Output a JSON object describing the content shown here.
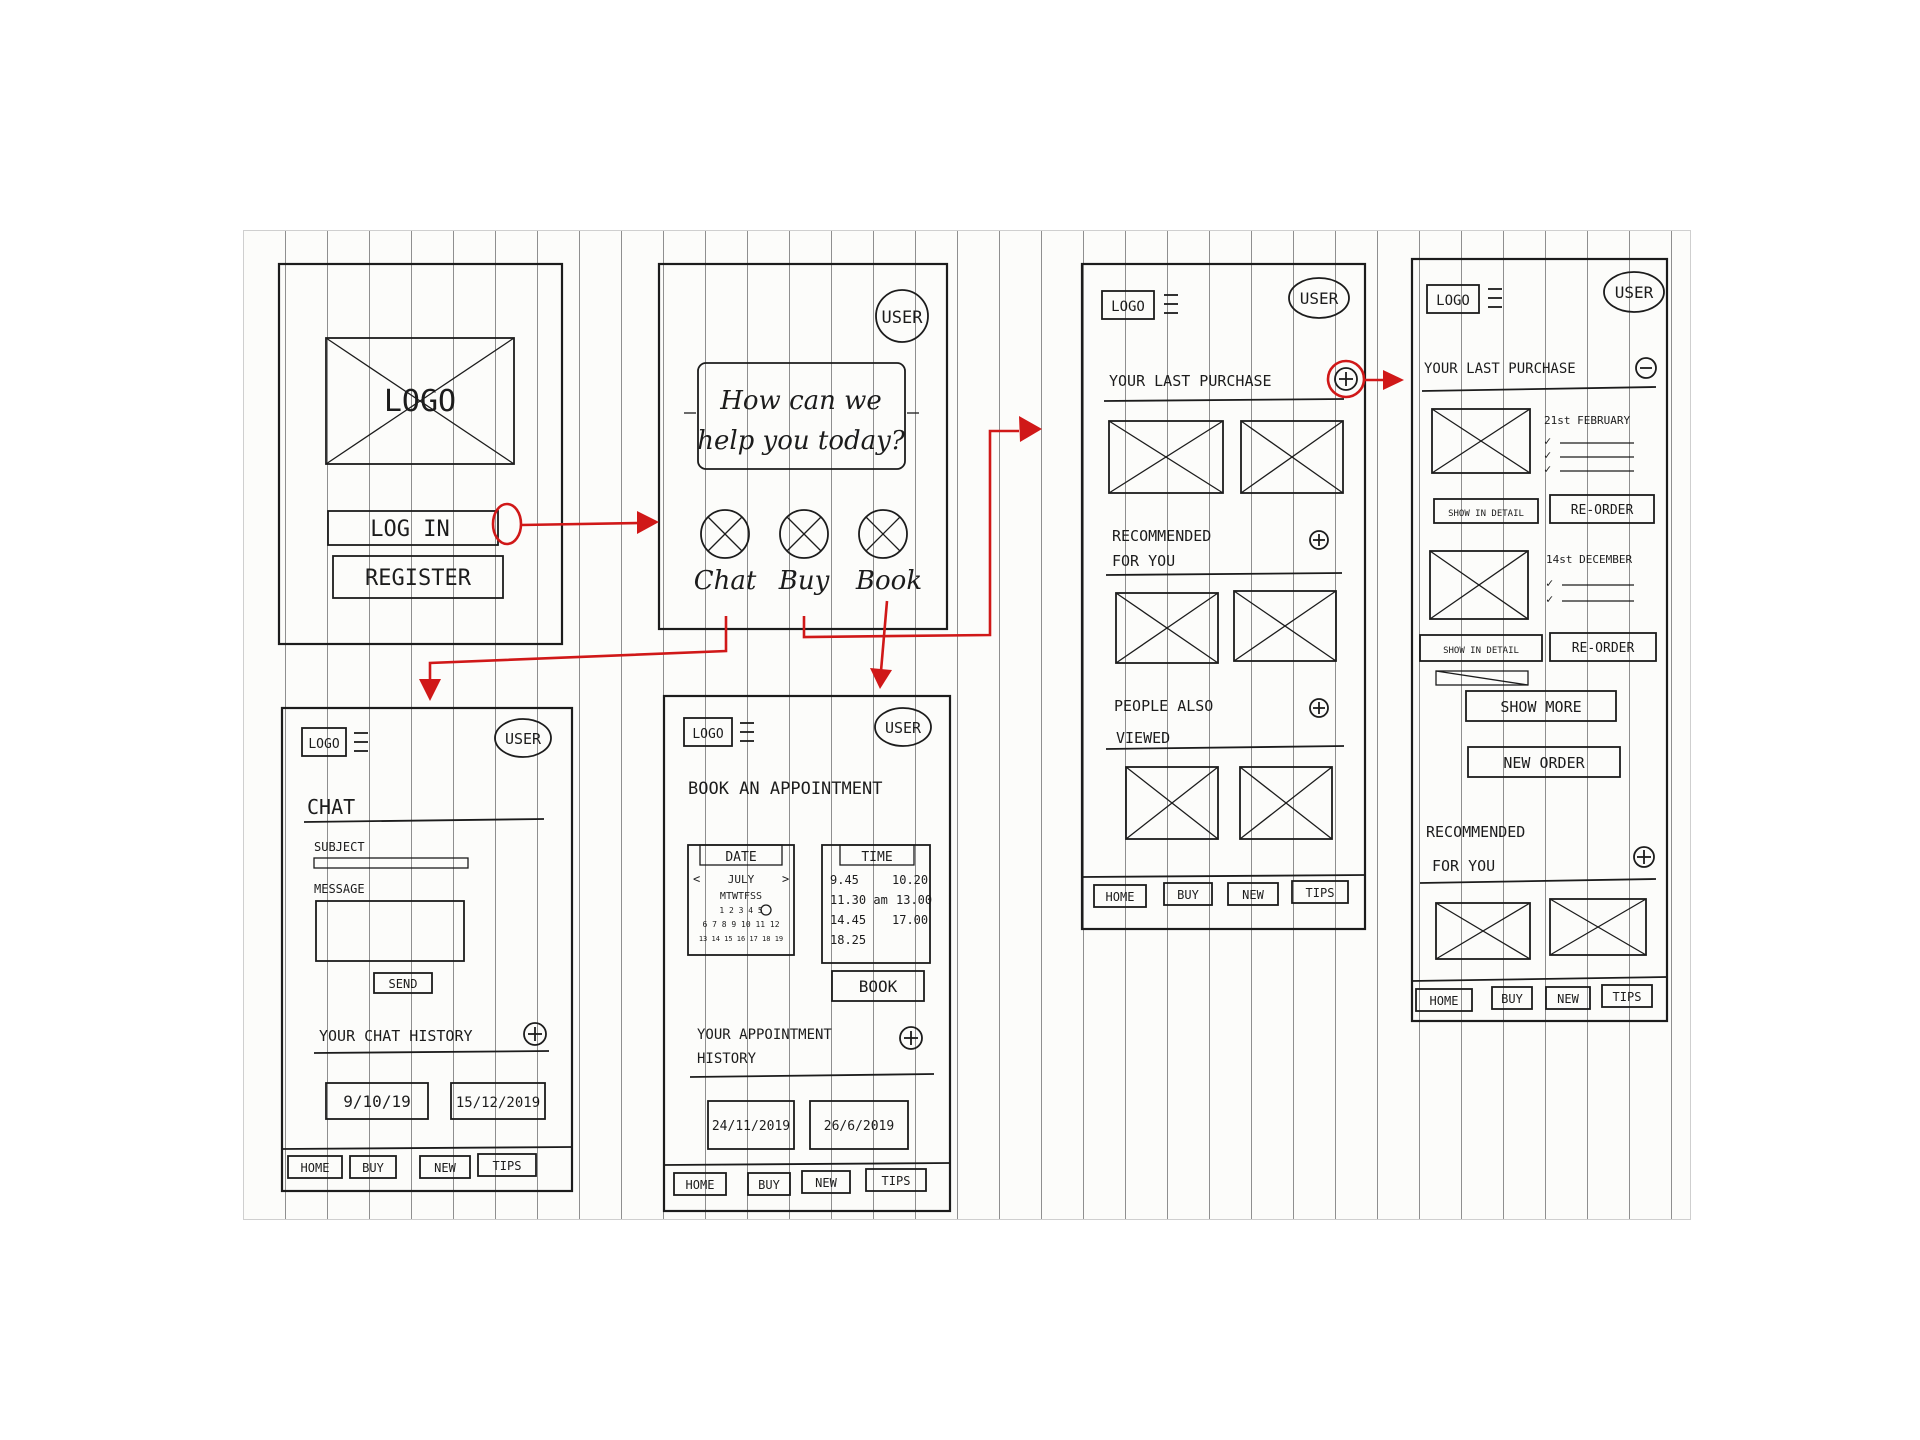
{
  "screens": {
    "login": {
      "logo": "LOGO",
      "login_button": "LOG IN",
      "register_button": "REGISTER"
    },
    "help": {
      "user": "USER",
      "prompt_line1": "How can we",
      "prompt_line2": "help you today?",
      "options": [
        "Chat",
        "Buy",
        "Book"
      ]
    },
    "chat": {
      "logo": "LOGO",
      "user": "USER",
      "title": "CHAT",
      "subject_label": "SUBJECT",
      "message_label": "MESSAGE",
      "send_button": "SEND",
      "history_title": "YOUR CHAT HISTORY",
      "history_dates": [
        "9/10/19",
        "15/12/2019"
      ]
    },
    "book": {
      "logo": "LOGO",
      "user": "USER",
      "title": "BOOK AN APPOINTMENT",
      "date_label": "DATE",
      "time_label": "TIME",
      "month": "JULY",
      "weekday_header": "MTWTFSS",
      "calendar_rows": [
        "   1 2 3 4 5",
        "6 7 8 9 10 11 12",
        "13 14 15 16 17 18 19"
      ],
      "times": [
        [
          "9.45",
          "10.20"
        ],
        [
          "11.30 am",
          "13.00"
        ],
        [
          "14.45",
          "17.00"
        ],
        [
          "18.25",
          ""
        ]
      ],
      "book_button": "BOOK",
      "history_title_line1": "YOUR APPOINTMENT",
      "history_title_line2": "HISTORY",
      "history_dates": [
        "24/11/2019",
        "26/6/2019"
      ]
    },
    "home": {
      "logo": "LOGO",
      "user": "USER",
      "last_purchase": "YOUR LAST PURCHASE",
      "recommended_line1": "RECOMMENDED",
      "recommended_line2": "FOR YOU",
      "people_line1": "PEOPLE ALSO",
      "people_line2": "VIEWED"
    },
    "purchase": {
      "logo": "LOGO",
      "user": "USER",
      "last_purchase": "YOUR LAST PURCHASE",
      "order1_date": "21st FEBRUARY",
      "order2_date": "14st DECEMBER",
      "show_detail": "SHOW IN DETAIL",
      "reorder": "RE-ORDER",
      "show_more": "SHOW MORE",
      "new_order": "NEW ORDER",
      "recommended_line1": "RECOMMENDED",
      "recommended_line2": "FOR YOU"
    }
  },
  "nav": [
    "HOME",
    "BUY",
    "NEW",
    "TIPS"
  ],
  "colors": {
    "ink": "#1c1c1c",
    "arrow": "#d01818",
    "grid": "#8f8f8f"
  }
}
